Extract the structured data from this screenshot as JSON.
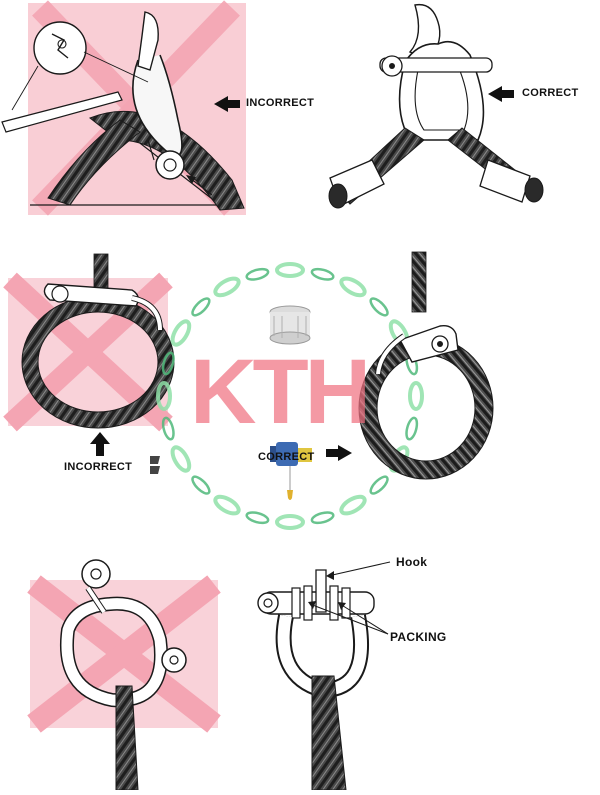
{
  "labels": {
    "incorrect_1": "INCORRECT",
    "correct_1": "CORRECT",
    "incorrect_2": "INCORRECT",
    "correct_2": "CORRECT",
    "hook": "Hook",
    "packing": "PACKING"
  },
  "watermark": {
    "text": "KTH"
  },
  "colors": {
    "cross": "#f4a5b3",
    "watermark_text": "#f07282",
    "chain": "#8fe0a8",
    "chain_outline": "#4fb97a",
    "line": "#1a1a1a",
    "rope": "#3a3a3a"
  },
  "icons": {
    "arrow_left": "arrow-left-icon",
    "arrow_right": "arrow-right-icon",
    "arrow_up": "arrow-up-icon",
    "chain_ring": "chain-ring-icon",
    "cable_reel": "wire-reel-icon",
    "hoist": "electric-hoist-icon"
  }
}
